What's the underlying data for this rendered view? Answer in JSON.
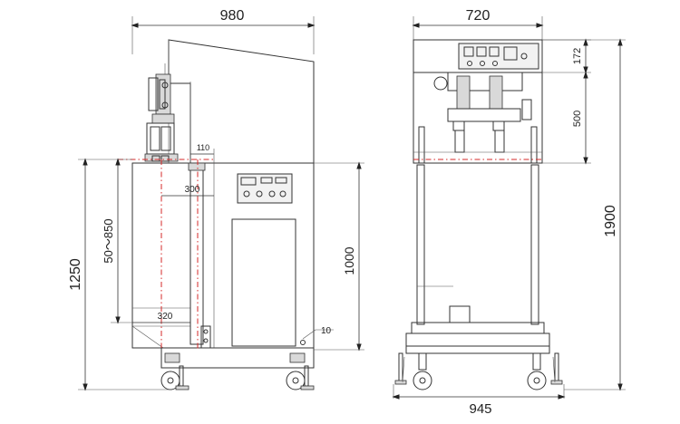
{
  "side_view": {
    "width_label": "980",
    "height_total_label": "1250",
    "adjust_range_label": "50～850",
    "body_height_label": "1000",
    "label_110": "110",
    "label_300": "300",
    "label_320": "320",
    "label_10": "10"
  },
  "front_view": {
    "width_label": "720",
    "base_width_label": "945",
    "total_height_label": "1900",
    "head_height_label": "172",
    "head_depth_label": "500"
  },
  "colors": {
    "line": "#333333",
    "centerline": "#d62828",
    "panel": "#f2f2f2"
  }
}
